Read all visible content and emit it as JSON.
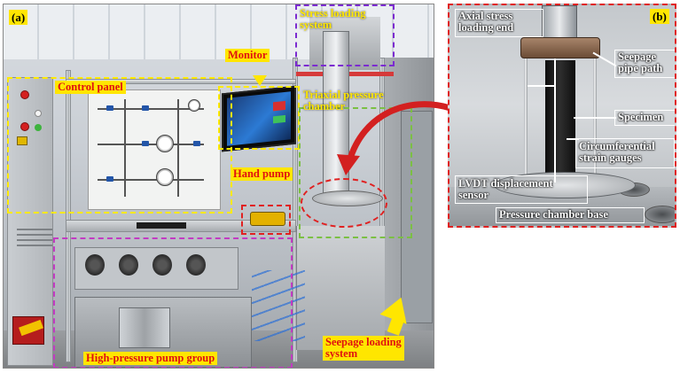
{
  "panel_a": {
    "tag": "(a)",
    "labels": {
      "control_panel": "Control panel",
      "monitor": "Monitor",
      "stress_loading": "Stress loading\nsystem",
      "triaxial_chamber": "Triaxial pressure\nchamber",
      "hand_pump": "Hand pump",
      "seepage_loading": "Seepage loading\nsystem",
      "high_pressure_pump": "High-pressure pump group"
    }
  },
  "panel_b": {
    "tag": "(b)",
    "labels": {
      "axial_stress": "Axial stress\nloading end",
      "seepage_pipe": "Seepage\npipe path",
      "specimen": "Specimen",
      "circumferential": "Circumferential\nstrain gauges",
      "lvdt": "LVDT displacement\nsensor",
      "chamber_base": "Pressure chamber base"
    }
  },
  "colors": {
    "label_yellow": "#ffe600",
    "label_red": "#e01010",
    "dash_red": "#e02020",
    "dash_purple": "#7b2bd0",
    "dash_green": "#7bc043",
    "dash_magenta": "#c23bc2"
  }
}
